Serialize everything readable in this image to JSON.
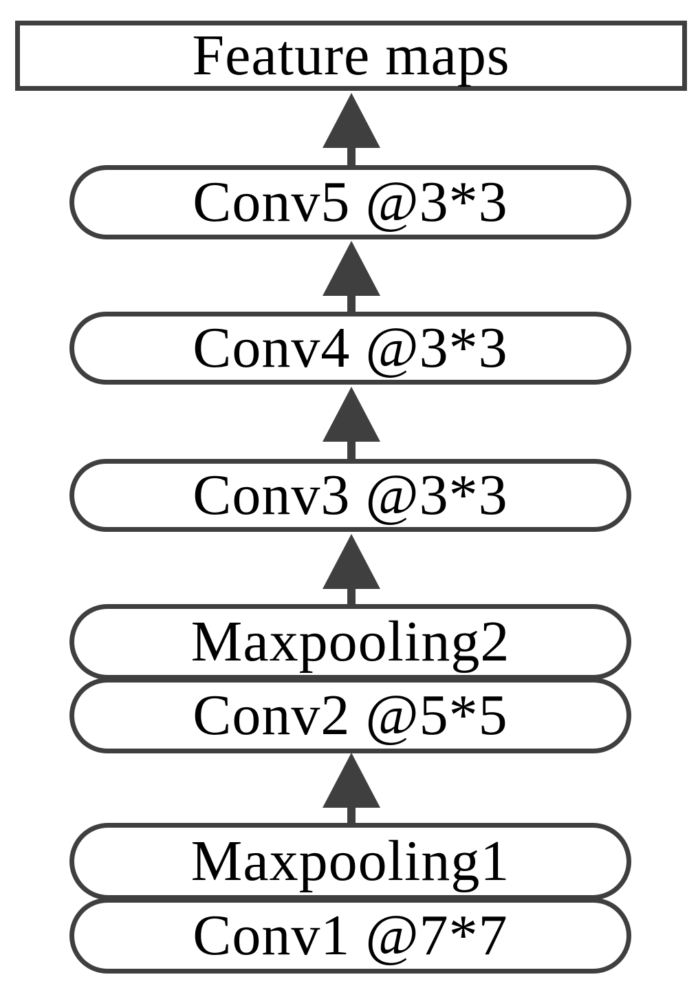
{
  "diagram": {
    "output": "Feature maps",
    "layers": [
      "Conv5 @3*3",
      "Conv4 @3*3",
      "Conv3 @3*3",
      "Maxpooling2",
      "Conv2 @5*5",
      "Maxpooling1",
      "Conv1 @7*7"
    ],
    "colors": {
      "stroke": "#3f3f3f",
      "text": "#000000",
      "background": "#ffffff"
    }
  }
}
